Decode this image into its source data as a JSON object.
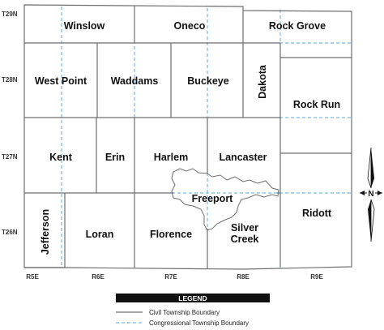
{
  "townships": {
    "winslow": "Winslow",
    "oneco": "Oneco",
    "rock_grove": "Rock Grove",
    "west_point": "West Point",
    "waddams": "Waddams",
    "buckeye": "Buckeye",
    "dakota": "Dakota",
    "rock_run": "Rock Run",
    "kent": "Kent",
    "erin": "Erin",
    "harlem": "Harlem",
    "lancaster": "Lancaster",
    "jefferson": "Jefferson",
    "loran": "Loran",
    "florence": "Florence",
    "freeport": "Freeport",
    "silver_creek_line1": "Silver",
    "silver_creek_line2": "Creek",
    "ridott": "Ridott"
  },
  "township_rows": [
    "T29N",
    "T28N",
    "T27N",
    "T26N"
  ],
  "range_columns": [
    "R5E",
    "R6E",
    "R7E",
    "R8E",
    "R9E"
  ],
  "legend": {
    "title": "LEGEND",
    "civil": "Civil Township Boundary",
    "congressional": "Congressional Township Boundary"
  },
  "north_arrow": {
    "label": "N"
  },
  "colors": {
    "civil_boundary": "#6e6e6e",
    "congressional_boundary": "#5aa9e6",
    "legend_header": "#111111",
    "background": "#ffffff"
  }
}
